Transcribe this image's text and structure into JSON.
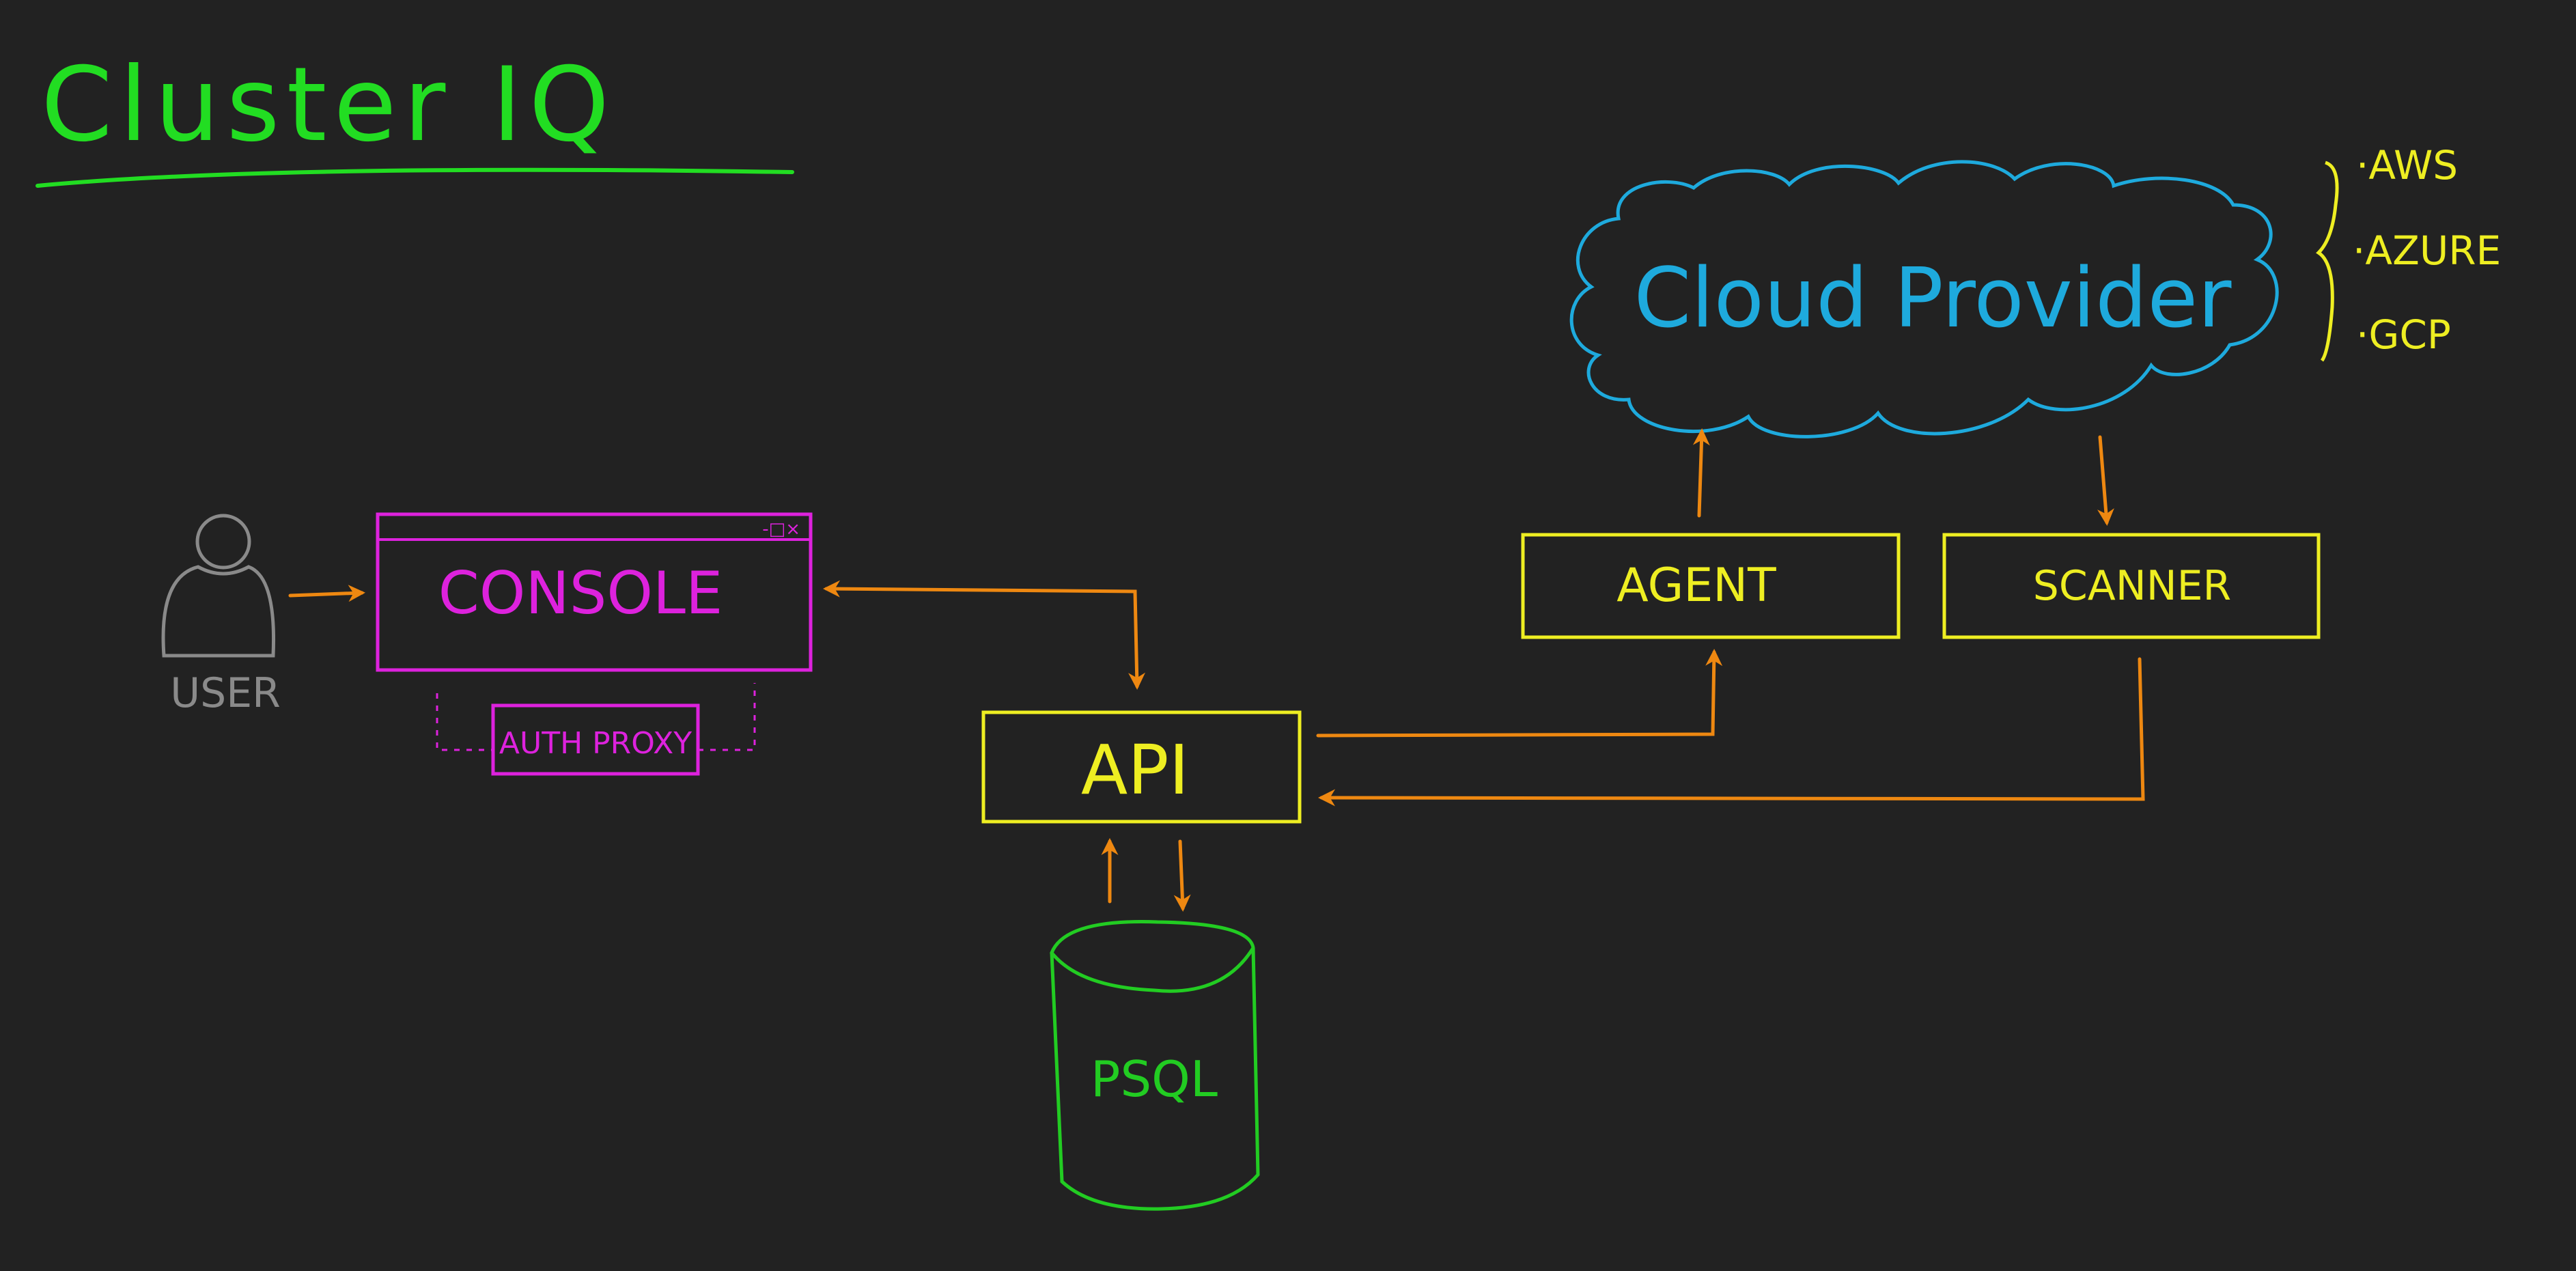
{
  "title": "Cluster IQ",
  "nodes": {
    "user": {
      "label": "USER"
    },
    "console": {
      "label": "CONSOLE",
      "window_controls": "-□×"
    },
    "auth_proxy": {
      "label": "AUTH PROXY"
    },
    "api": {
      "label": "API"
    },
    "psql": {
      "label": "PSQL"
    },
    "agent": {
      "label": "AGENT"
    },
    "scanner": {
      "label": "SCANNER"
    },
    "cloud": {
      "label": "Cloud Provider"
    }
  },
  "providers": [
    "·AWS",
    "·AZURE",
    "·GCP"
  ],
  "colors": {
    "background": "#222222",
    "title": "#22dd22",
    "console": "#dd22dd",
    "service": "#eeee22",
    "database": "#22cc22",
    "cloud": "#1eaadd",
    "arrow": "#ee8811",
    "user": "#8a8a8a"
  },
  "icons": {
    "user": "person-icon",
    "database": "cylinder-icon",
    "cloud": "cloud-icon",
    "providers_brace": "curly-brace-icon"
  }
}
